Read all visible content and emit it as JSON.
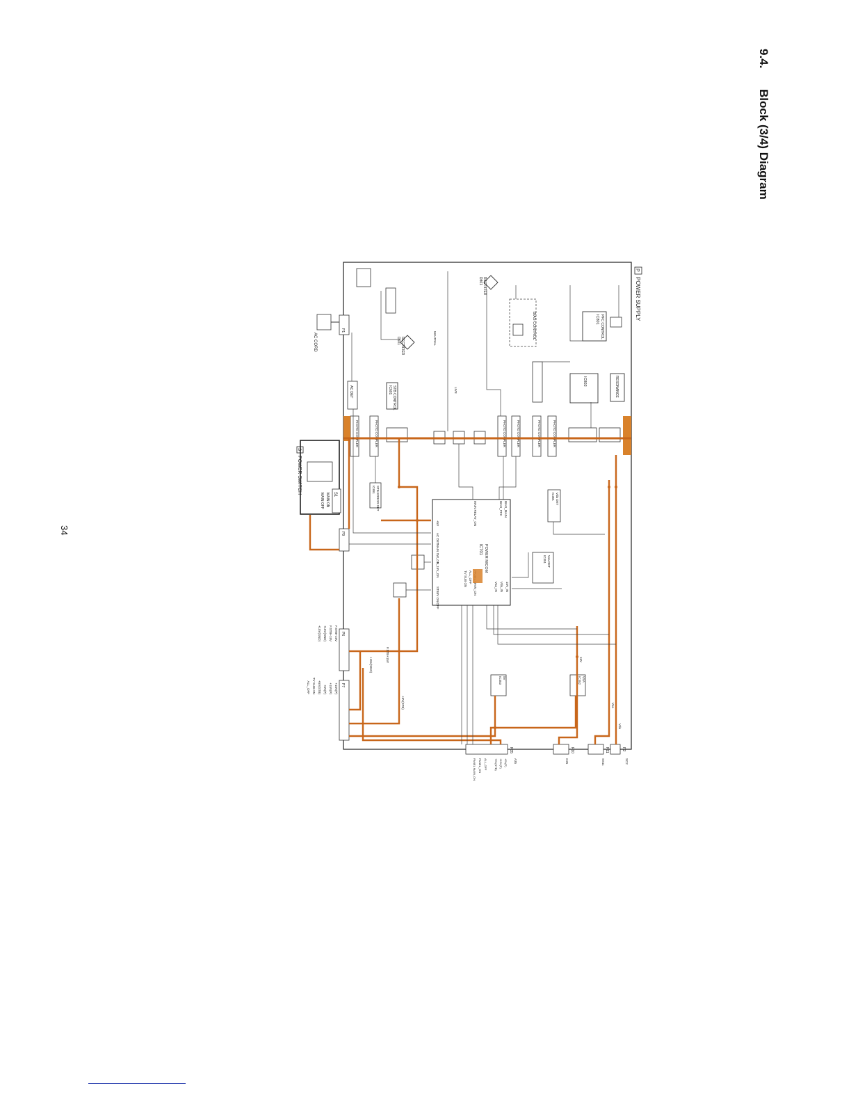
{
  "page": {
    "section_number": "9.4.",
    "section_title": "Block (3/4) Diagram",
    "page_number": "34"
  },
  "diagram": {
    "board_label": "POWER SUPPLY",
    "board_code": "P",
    "power_switch_label": "POWER SWITCH",
    "power_switch_code": "S",
    "ac_cord": "AC CORD",
    "colors": {
      "power_line": "#c8661a",
      "line": "#333333",
      "highlight_box": "#d9822b"
    },
    "blocks": {
      "power_micom": {
        "name": "IC701",
        "sub": "POWER MICOM"
      },
      "pfc_control": {
        "name": "IC801",
        "sub": "PFC CONTROL"
      },
      "resonance": {
        "name": "IC802",
        "sub": "RESONANCE"
      },
      "bias_control": {
        "name": "BIAS CONTROL"
      },
      "stb_control": {
        "name": "IC601",
        "sub": "STB CONTROL"
      },
      "rectifier1": {
        "name": "D601",
        "sub": "RECTIFIER"
      },
      "rectifier2": {
        "name": "D801",
        "sub": "RECTIFIER"
      },
      "ac_det": {
        "name": "AC DET"
      },
      "vsa_det": {
        "name": "IC351",
        "sub": "Vsa DET"
      },
      "vda_det": {
        "name": "IC301",
        "sub": "Vda DET"
      },
      "stb_error_det": {
        "name": "IC651",
        "sub": "STB ERROR DET"
      },
      "ic352": {
        "name": "IC352",
        "sub": "VSA"
      },
      "ic353": {
        "name": "IC353",
        "sub": "5V"
      }
    },
    "connectors": {
      "p1": "P1",
      "p2": "P2",
      "p4": "P4",
      "p6": "P6",
      "p7": "P7",
      "p9": "P9",
      "p10": "P10",
      "p11": "P11",
      "p35": "P35",
      "s1": "S1"
    },
    "connector_destinations": {
      "p2": "SC2",
      "p11": "SS11",
      "p10": "C25",
      "p35": "A35"
    },
    "micom_pins": [
      "+5V",
      "AC DET",
      "MAIN SW_ON",
      "F_15V_ON",
      "STB5V ON/OFF",
      "BIAS_MAIN",
      "BIAS_PFC",
      "MAIN RELAY_ON",
      "15V_IN",
      "Vda_IN",
      "Vsa_IN",
      "PANEL MAIN_ON",
      "ALL_OFF",
      "TV SUB ON"
    ],
    "p6_pins": [
      "F.STB+15V",
      "F.STB+15V",
      "+15V(SND)",
      "+15V(SND)"
    ],
    "p7_pins": [
      "+15V(P)",
      "+15V(P)",
      "+5V(P)",
      "+5V(STB)",
      "TV SUB ON",
      "ALL_OFF"
    ],
    "p35_pins": [
      "+5V(P)",
      "+15V(P)",
      "+5V(STB)",
      "ALL_OFF",
      "PANEL_ON",
      "PANEL MAIN_ON"
    ],
    "photo_couplers": [
      "PHOTO COUPLER",
      "PHOTO COUPLER",
      "PHOTO COUPLER",
      "PHOTO COUPLER",
      "PHOTO COUPLER",
      "PHOTO COUPLER"
    ],
    "rail_labels": {
      "vda": "Vda",
      "vsa": "Vsa",
      "v15": "15V",
      "stb15": "F.STB+15V",
      "snd15": "+15V(SND)",
      "v5stb": "+5V(STB)"
    },
    "switch_labels": {
      "main_on": "MAIN ON",
      "main_off": "MAIN OFF",
      "live": "LIVE",
      "neutral": "NEUTRAL"
    }
  }
}
